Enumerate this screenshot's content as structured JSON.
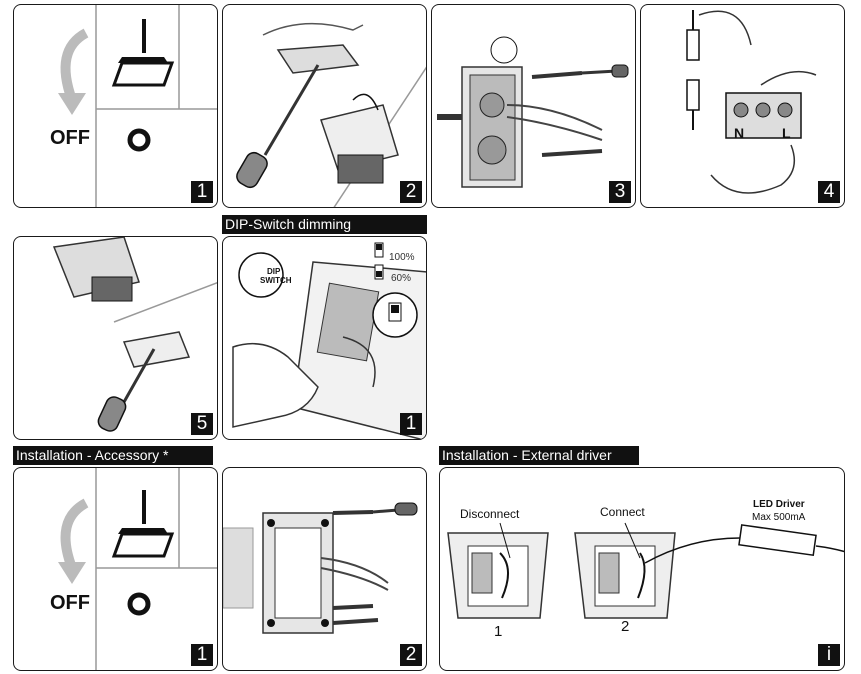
{
  "headers": {
    "dip": "DIP-Switch dimming",
    "accessory": "Installation - Accessory *",
    "external": "Installation - External driver"
  },
  "panels": {
    "p1": {
      "num": "1",
      "off_label": "OFF"
    },
    "p2": {
      "num": "2"
    },
    "p3": {
      "num": "3"
    },
    "p4": {
      "num": "4",
      "terminals": [
        "N",
        "L"
      ]
    },
    "p5": {
      "num": "5"
    },
    "dip": {
      "num": "1",
      "badge_top": "DIP",
      "badge_bottom": "SWITCH",
      "level_high": "100%",
      "level_low": "60%"
    },
    "acc1": {
      "num": "1",
      "off_label": "OFF"
    },
    "acc2": {
      "num": "2"
    },
    "ext": {
      "num": "i",
      "disconnect": "Disconnect",
      "connect": "Connect",
      "driver_title": "LED Driver",
      "driver_spec": "Max 500mA",
      "step1": "1",
      "step2": "2"
    }
  }
}
